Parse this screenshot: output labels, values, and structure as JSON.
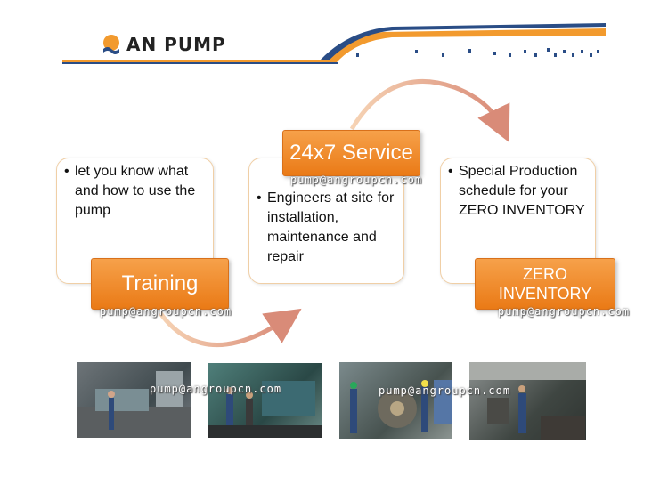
{
  "logo": {
    "text": "AN PUMP"
  },
  "colors": {
    "accent": "#ee8a22",
    "navy": "#2a4d86"
  },
  "cards": [
    {
      "bullet": "let you know what and how to use the pump",
      "label": "Training"
    },
    {
      "bullet": "Engineers at site for installation, maintenance and repair",
      "label": "24x7 Service"
    },
    {
      "bullet": "Special Production schedule for your ZERO INVENTORY",
      "label": "ZERO INVENTORY"
    }
  ],
  "watermark": "pump@angroupcn.com"
}
